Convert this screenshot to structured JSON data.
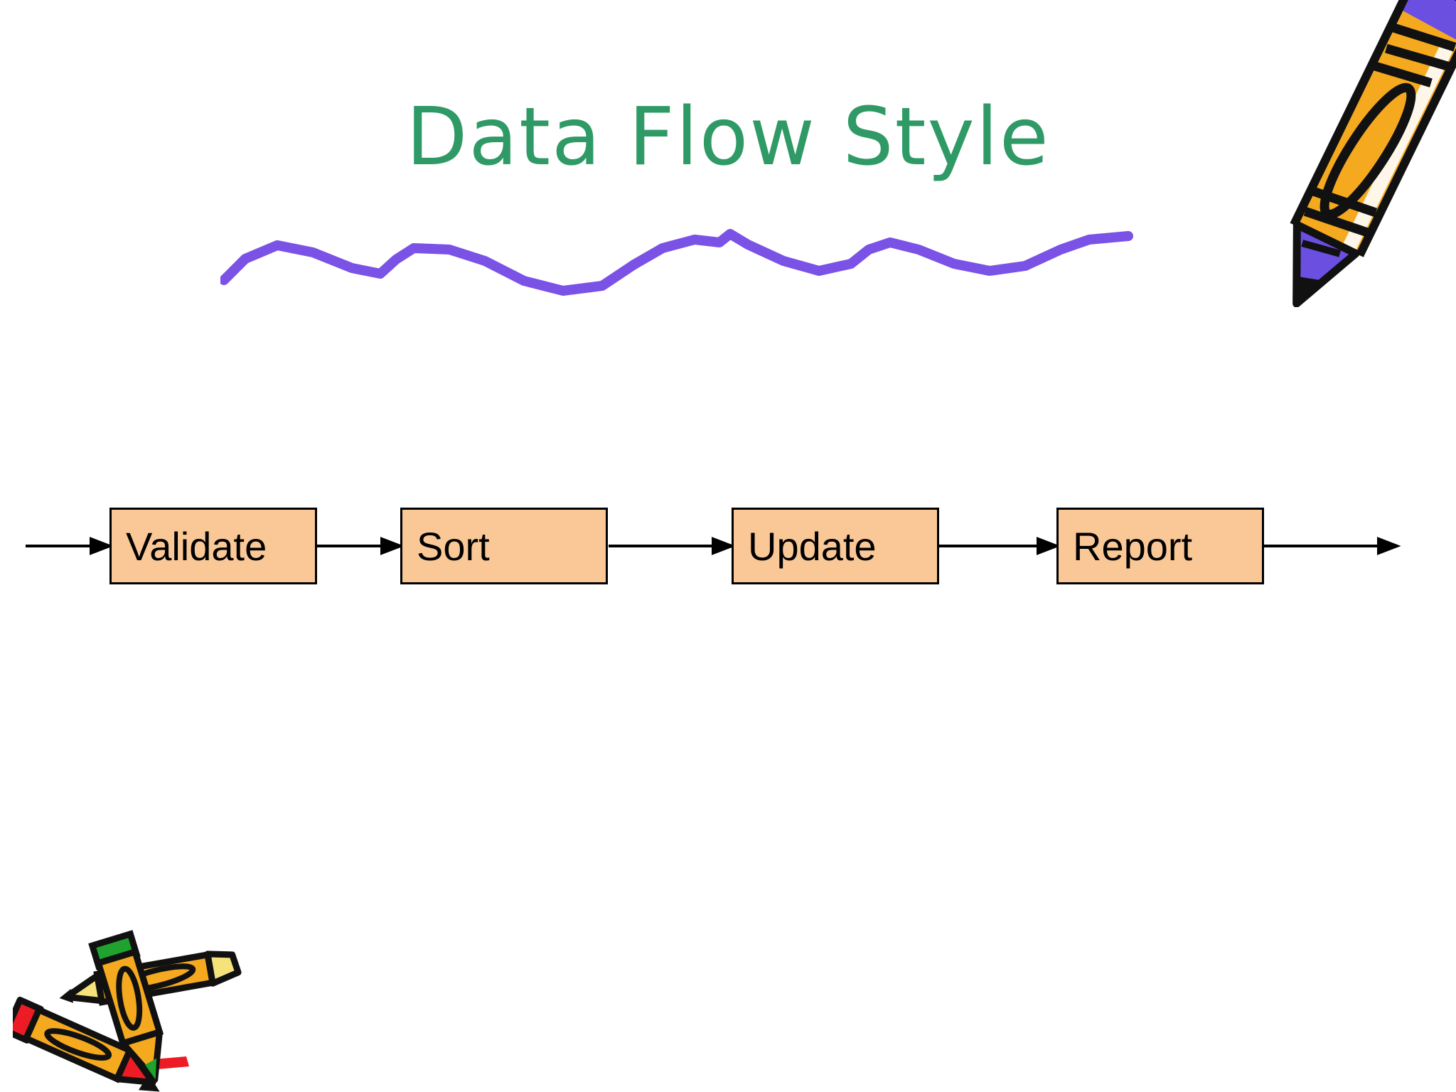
{
  "slide": {
    "title": "Data Flow Style"
  },
  "colors": {
    "title_green": "#2F9A66",
    "underline_purple": "#7B52E6",
    "node_fill": "#FAC896",
    "node_border": "#000000",
    "arrow_black": "#000000",
    "crayon_orange": "#F5A91F",
    "crayon_purple": "#6B4FE0",
    "crayon_green": "#1FA22E",
    "crayon_red": "#ED1C24",
    "crayon_yellow": "#F6E27A"
  },
  "flow": {
    "nodes": [
      {
        "label": "Validate"
      },
      {
        "label": "Sort"
      },
      {
        "label": "Update"
      },
      {
        "label": "Report"
      }
    ]
  },
  "decorations": {
    "top_right_icon": "crayon-pencil-clipart",
    "bottom_left_icon": "crossed-crayons-clipart",
    "title_underline_icon": "purple-squiggle-underline"
  }
}
